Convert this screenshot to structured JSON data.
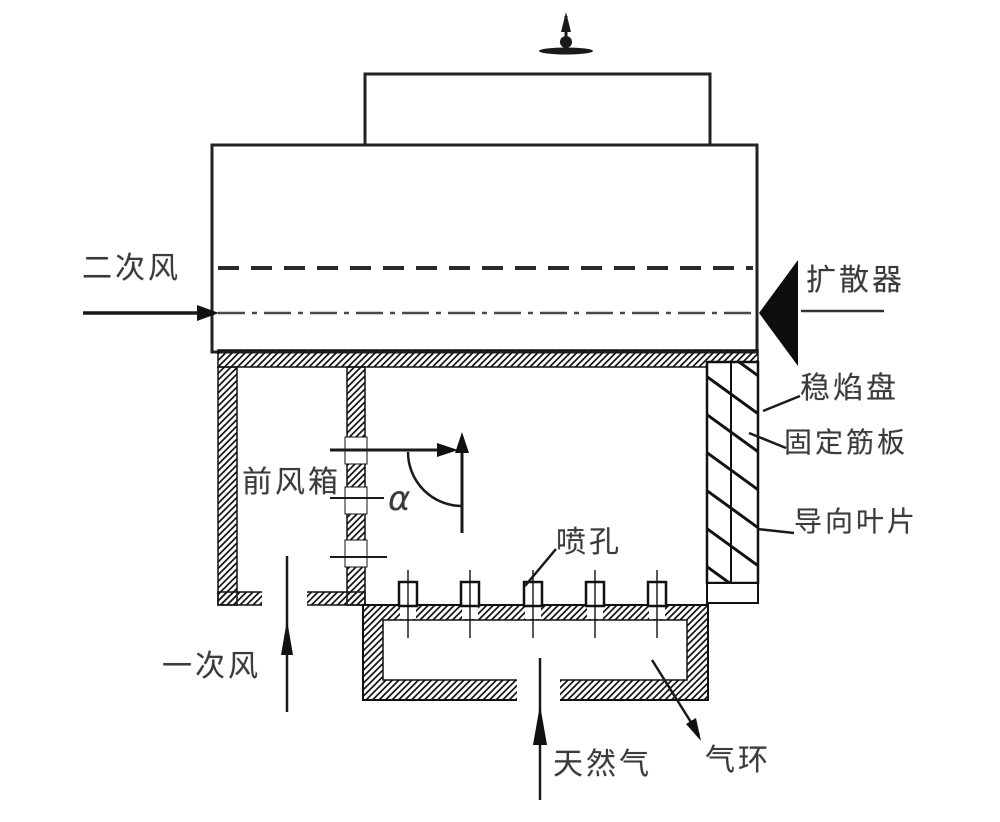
{
  "diagram": {
    "kind": "engineering-cross-section",
    "labels": {
      "secondary_air": "二次风",
      "diffuser": "扩散器",
      "flame_stabilizer_disk": "稳焰盘",
      "fixed_rib_plate": "固定筋板",
      "guide_vane": "导向叶片",
      "front_wind_box": "前风箱",
      "vane_angle": "α",
      "nozzle_holes": "喷孔",
      "primary_air": "一次风",
      "natural_gas": "天然气",
      "gas_ring": "气环"
    },
    "colors": {
      "line": "#1a1a1a",
      "solid_fill": "#111111",
      "background": "#ffffff",
      "text": "#3b3b3b"
    }
  }
}
